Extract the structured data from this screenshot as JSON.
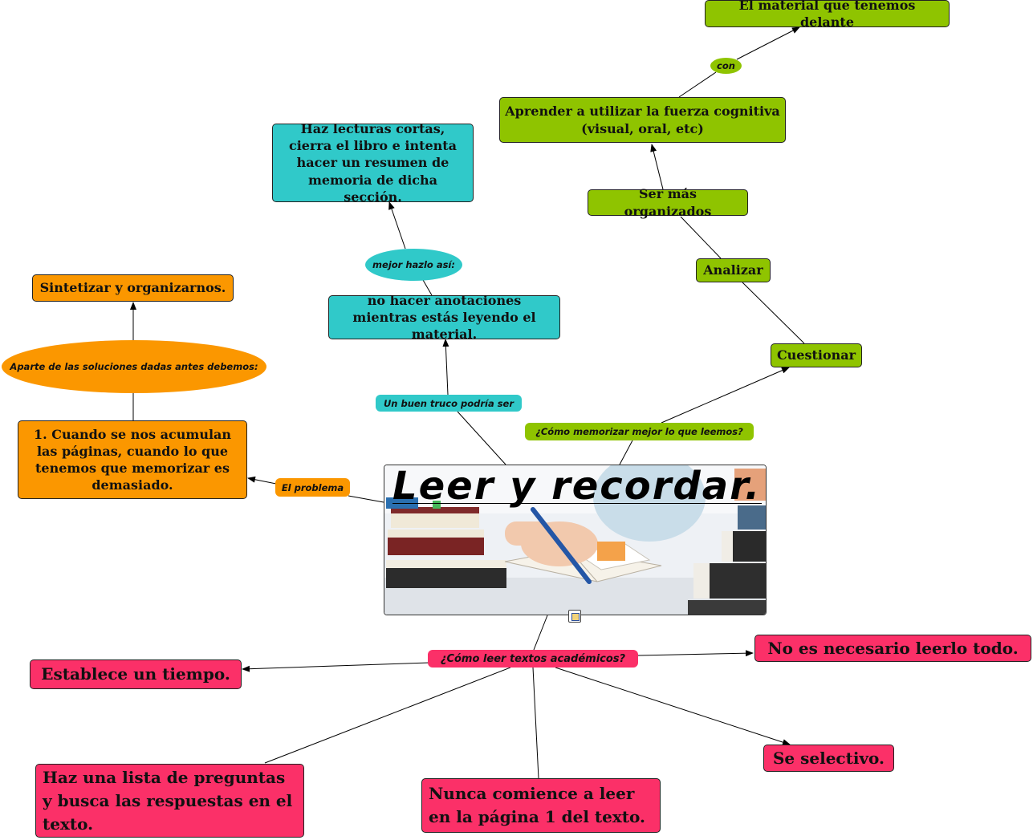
{
  "center": {
    "title": "Leer y recordar."
  },
  "nodes": {
    "material": "El material que tenemos delante",
    "fuerza": "Aprender a utilizar la fuerza cognitiva (visual, oral, etc)",
    "organizados": "Ser más organizados",
    "analizar": "Analizar",
    "cuestionar": "Cuestionar",
    "lecturas": "Haz lecturas cortas, cierra el libro e intenta hacer un resumen de memoria de dicha sección.",
    "anotaciones": "no hacer anotaciones mientras estás leyendo el material.",
    "sintetizar": "Sintetizar y organizarnos.",
    "acumulan": "1. Cuando se nos acumulan las páginas, cuando lo que tenemos que memorizar es demasiado.",
    "tiempo": "Establece un tiempo.",
    "necesario": "No es necesario leerlo todo.",
    "preguntas": "Haz una lista de preguntas y busca las respuestas en el texto.",
    "nunca": "Nunca comience a leer en la página 1 del texto.",
    "selectivo": "Se selectivo."
  },
  "links": {
    "con": "con",
    "hazlo": "mejor hazlo así:",
    "truco": "Un buen truco podría ser",
    "memorizar": "¿Cómo memorizar mejor lo que leemos?",
    "aparte": "Aparte de las soluciones dadas antes debemos:",
    "problema": "El problema",
    "academicos": "¿Cómo leer textos académicos?"
  },
  "colors": {
    "green": "#8fc400",
    "teal": "#30c9c9",
    "orange": "#fb9700",
    "pink": "#fb3068"
  },
  "icons": [
    "attachment-icon"
  ]
}
